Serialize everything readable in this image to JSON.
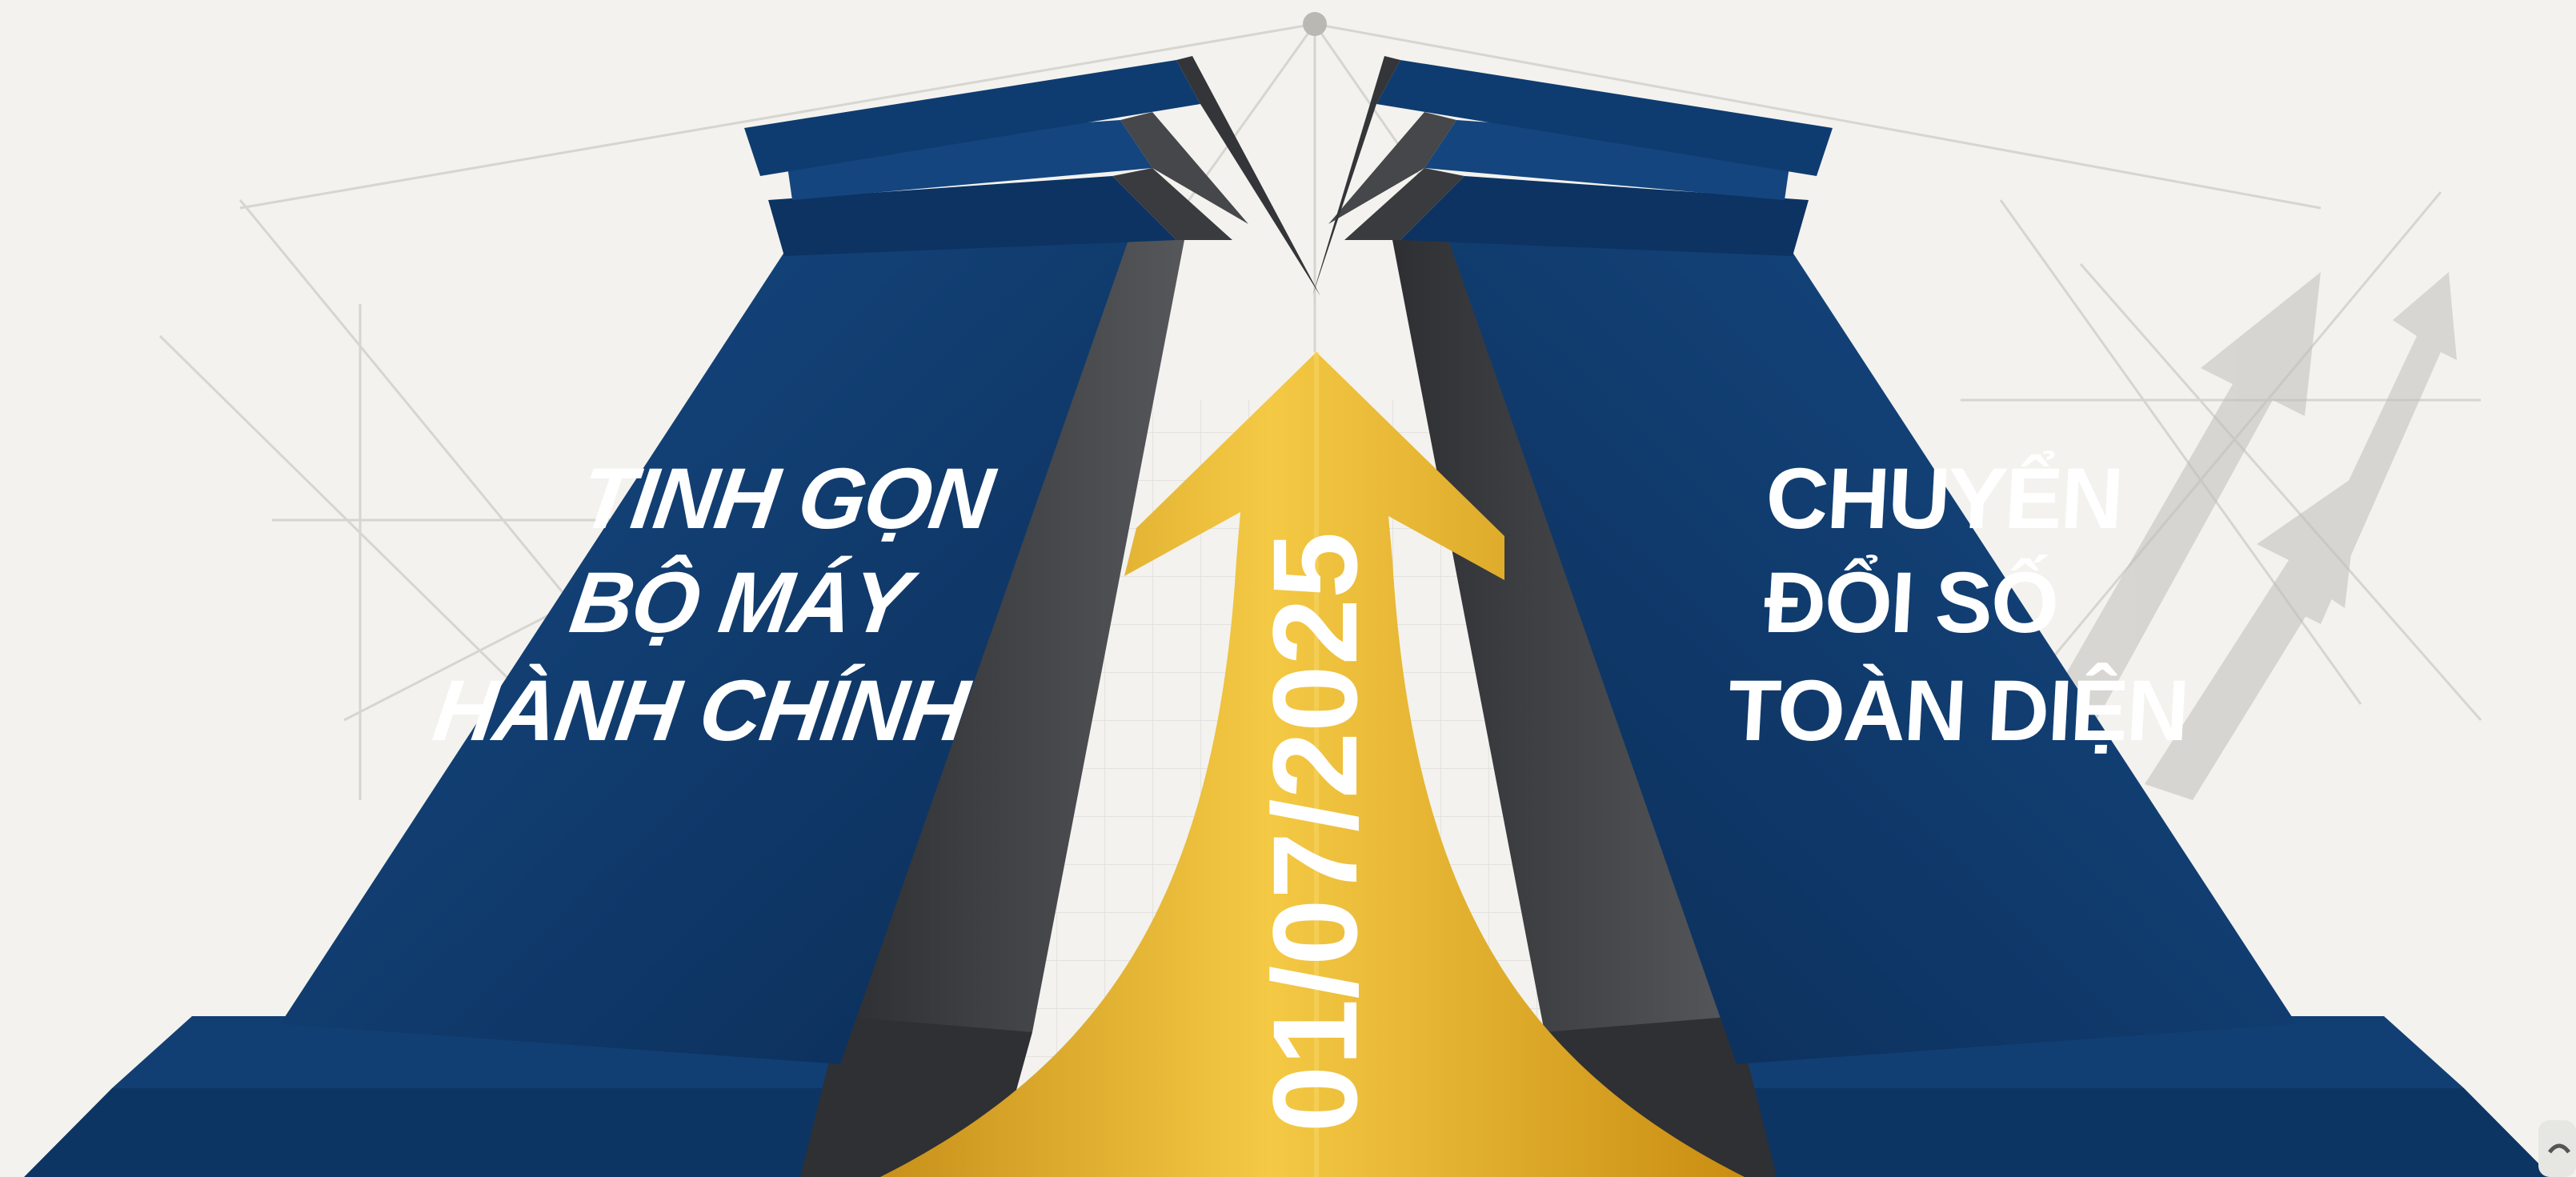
{
  "left_pillar": {
    "lines": [
      "TINH GỌN",
      "BỘ MÁY",
      "HÀNH CHÍNH"
    ]
  },
  "right_pillar": {
    "lines": [
      "CHUYỂN",
      "ĐỔI SỐ",
      "TOÀN DIỆN"
    ]
  },
  "arrow": {
    "date": "01/07/2025"
  },
  "colors": {
    "background": "#f3f2ee",
    "pillar_blue": "#0e3a6b",
    "pillar_blue_dark": "#0a2b52",
    "pillar_side": "#3c3d40",
    "arrow_gold": "#e8b32a",
    "text": "#ffffff"
  },
  "icons": {
    "background_arrows": "growth-arrows-icon",
    "corner_logo": "corner-logo-icon"
  }
}
